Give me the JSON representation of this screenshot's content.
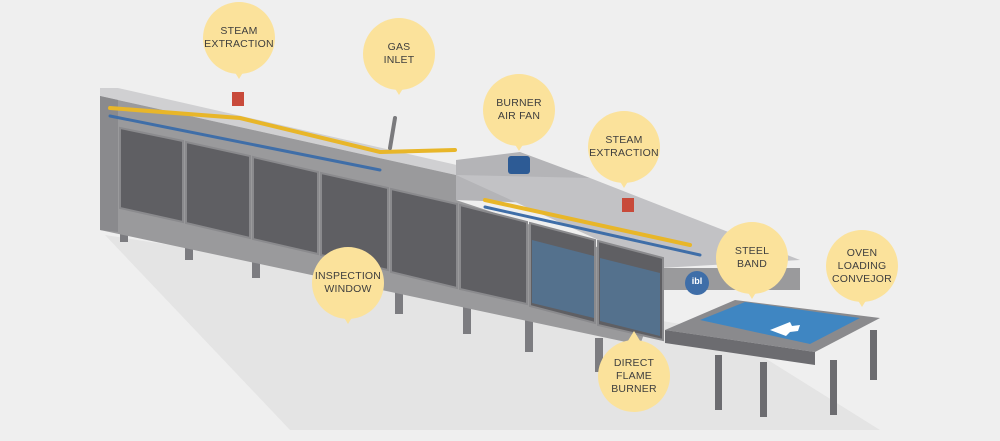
{
  "callouts": {
    "steam_extraction_left": "STEAM\nEXTRACTION",
    "gas_inlet": "GAS\nINLET",
    "burner_air_fan": "BURNER\nAIR FAN",
    "steam_extraction_right": "STEAM\nEXTRACTION",
    "inspection_window": "INSPECTION\nWINDOW",
    "steel_band": "STEEL\nBAND",
    "oven_loading_conveyor": "OVEN\nLOADING\nCONVEJOR",
    "direct_flame_burner": "DIRECT\nFLAME\nBURNER"
  },
  "logo": {
    "text": "ibl"
  },
  "colors": {
    "background": "#efefef",
    "callout": "#fbe29b",
    "oven_body": "#9a9a9c",
    "steel_band": "#3f86c2",
    "gas_pipe": "#e8b629"
  }
}
